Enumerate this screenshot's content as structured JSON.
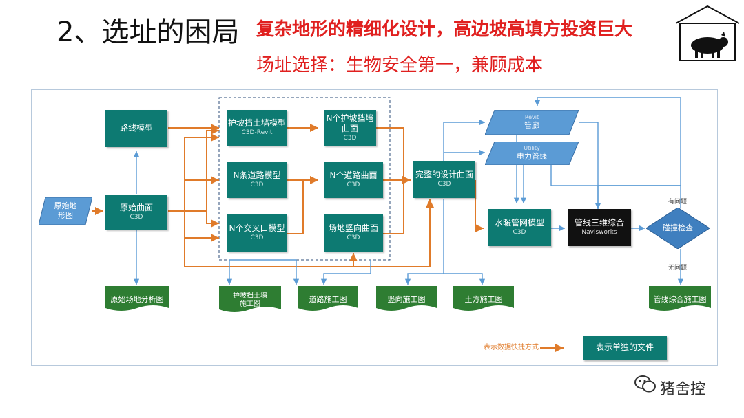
{
  "title": "2、选址的困局",
  "subtitle_1": "复杂地形的精细化设计，高边坡高填方投资巨大",
  "subtitle_2": "场址选择：生物安全第一，兼顾成本",
  "colors": {
    "teal": "#0d7a72",
    "blue": "#5b9bd5",
    "orange": "#e07b2a",
    "red": "#e0201f",
    "dark": "#111111"
  },
  "nodes": {
    "original_terrain": "原始地\n形图",
    "route_model": "路线模型",
    "original_surface": {
      "label": "原始曲面",
      "sub": "C3D"
    },
    "slope_wall_model": {
      "label": "护坡挡土墙模型",
      "sub": "C3D-Revit"
    },
    "n_slope_surface": {
      "label": "N个护坡挡墙\n曲面",
      "sub": "C3D"
    },
    "n_road_model": {
      "label": "N条道路模型",
      "sub": "C3D"
    },
    "n_road_surface": {
      "label": "N个道路曲面",
      "sub": "C3D"
    },
    "n_intersection_model": {
      "label": "N个交叉口模型",
      "sub": "C3D"
    },
    "site_vertical_surface": {
      "label": "场地竖向曲面",
      "sub": "C3D"
    },
    "complete_surface": {
      "label": "完整的设计曲面",
      "sub": "C3D"
    },
    "revit_pipe": {
      "label": "管廊",
      "sub": "Revit"
    },
    "utility_power": {
      "label": "电力管线",
      "sub": "Utility"
    },
    "water_pipe_model": {
      "label": "水暖管网模型",
      "sub": "C3D"
    },
    "pipeline_integration": {
      "label": "管线三维综合",
      "sub": "Navisworks"
    },
    "collision_check": "碰撞检查",
    "has_problem": "有问题",
    "no_problem": "无问题"
  },
  "docs": {
    "site_analysis": "原始场地分析图",
    "slope_wall_drawing": "护坡挡土墙\n施工图",
    "road_drawing": "道路施工图",
    "vertical_drawing": "竖向施工图",
    "earthwork_drawing": "土方施工图",
    "pipeline_drawing": "管线综合施工图"
  },
  "legend": {
    "arrow_text": "表示数据快捷方式",
    "box_text": "表示单独的文件"
  },
  "watermark": "猪舍控"
}
